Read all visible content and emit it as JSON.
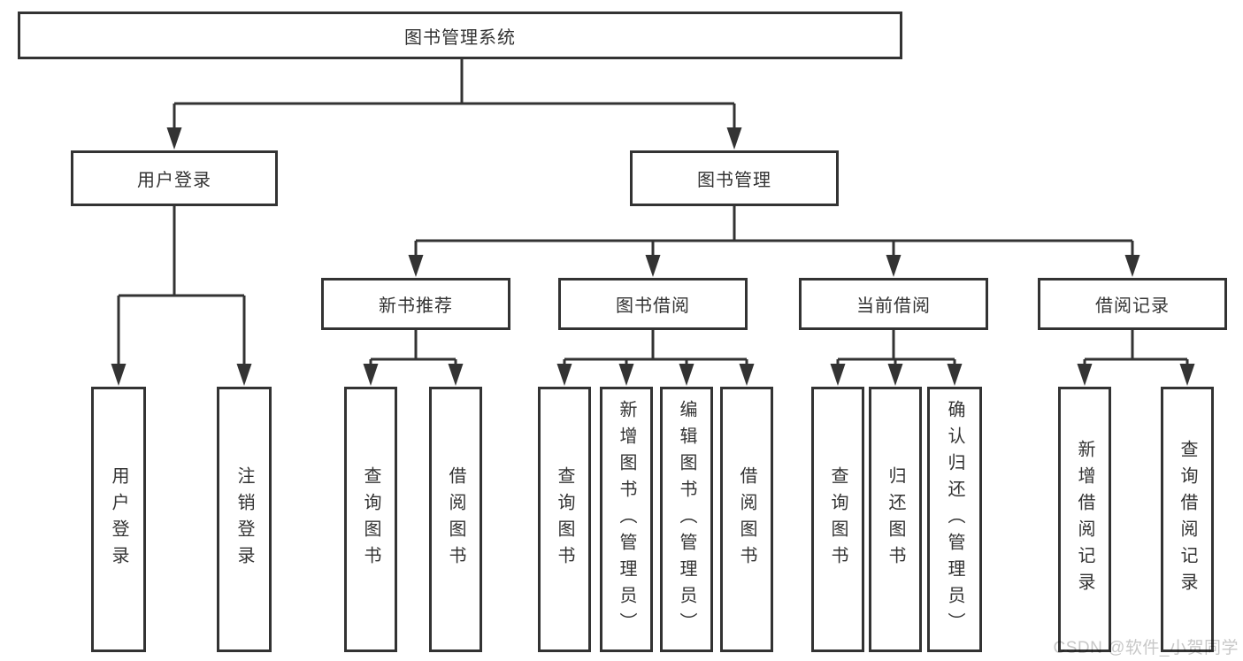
{
  "colors": {
    "line": "#333333",
    "box_border": "#333333",
    "box_background": "#ffffff",
    "text": "#333333",
    "watermark": "#c8c8c8"
  },
  "tree": {
    "root": {
      "label": "图书管理系统",
      "children": [
        {
          "label": "用户登录",
          "children": [
            {
              "label": "用户登录"
            },
            {
              "label": "注销登录"
            }
          ]
        },
        {
          "label": "图书管理",
          "children": [
            {
              "label": "新书推荐",
              "children": [
                {
                  "label": "查询图书"
                },
                {
                  "label": "借阅图书"
                }
              ]
            },
            {
              "label": "图书借阅",
              "children": [
                {
                  "label": "查询图书"
                },
                {
                  "label": "新增图书（管理员）"
                },
                {
                  "label": "编辑图书（管理员）"
                },
                {
                  "label": "借阅图书"
                }
              ]
            },
            {
              "label": "当前借阅",
              "children": [
                {
                  "label": "查询图书"
                },
                {
                  "label": "归还图书"
                },
                {
                  "label": "确认归还（管理员）"
                }
              ]
            },
            {
              "label": "借阅记录",
              "children": [
                {
                  "label": "新增借阅记录"
                },
                {
                  "label": "查询借阅记录"
                }
              ]
            }
          ]
        }
      ]
    }
  },
  "watermark": {
    "text": "CSDN @软件_小贺同学"
  }
}
